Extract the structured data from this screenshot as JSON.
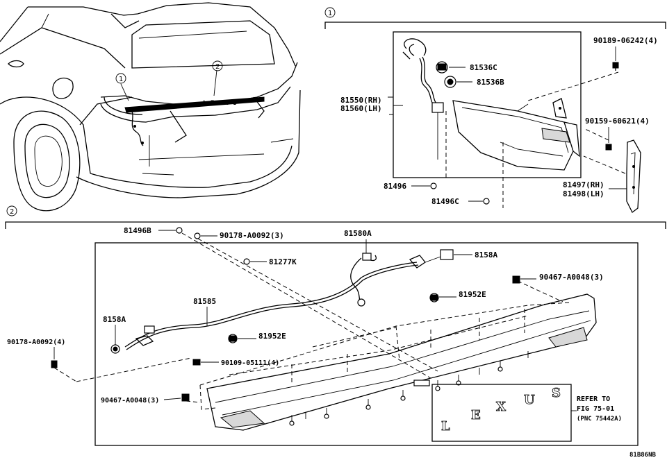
{
  "diagram": {
    "callouts": [
      {
        "id": "c1",
        "number": "1"
      },
      {
        "id": "c2",
        "number": "2"
      }
    ],
    "section1": {
      "number": "1",
      "labels": {
        "p81536c": "81536C",
        "p81536b": "81536B",
        "p81550": "81550(RH)",
        "p81560": "81560(LH)",
        "p90189": "90189-06242(4)",
        "p90159": "90159-60621(4)",
        "p81496": "81496",
        "p81496c": "81496C",
        "p81497": "81497(RH)",
        "p81498": "81498(LH)"
      }
    },
    "section2": {
      "number": "2",
      "labels": {
        "p81496b": "81496B",
        "p90178a": "90178-A0092(3)",
        "p81580a": "81580A",
        "p81277k": "81277K",
        "p8158a_r": "8158A",
        "p90467a": "90467-A0048(3)",
        "p81952e_r": "81952E",
        "p81585": "81585",
        "p8158a_l": "8158A",
        "p81952e_l": "81952E",
        "p90178b": "90178-A0092(4)",
        "p90109": "90109-05111(4)",
        "p90467b": "90467-A0048(3)"
      },
      "reference": {
        "line1": "REFER TO",
        "line2": "FIG 75-01",
        "line3": "(PNC 75442A)"
      },
      "emblem_letters": [
        "L",
        "E",
        "X",
        "U",
        "S"
      ]
    },
    "illustration_code": "81B86NB"
  }
}
